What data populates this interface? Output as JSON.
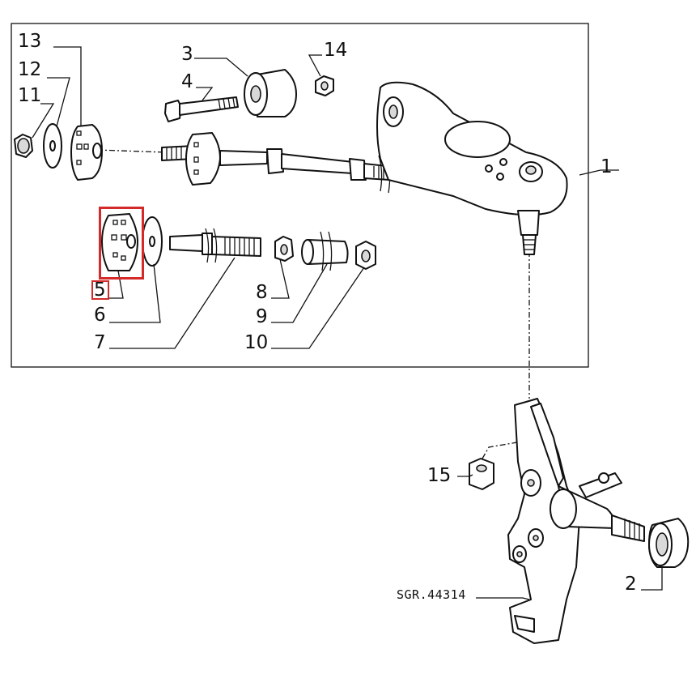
{
  "diagram": {
    "code": "SGR.44314",
    "labels": {
      "p1": "1",
      "p2": "2",
      "p3": "3",
      "p4": "4",
      "p5": "5",
      "p6": "6",
      "p7": "7",
      "p8": "8",
      "p9": "9",
      "p10": "10",
      "p11": "11",
      "p12": "12",
      "p13": "13",
      "p14": "14",
      "p15": "15"
    },
    "highlighted_part": "5",
    "highlight_color": "#d42a2a"
  }
}
